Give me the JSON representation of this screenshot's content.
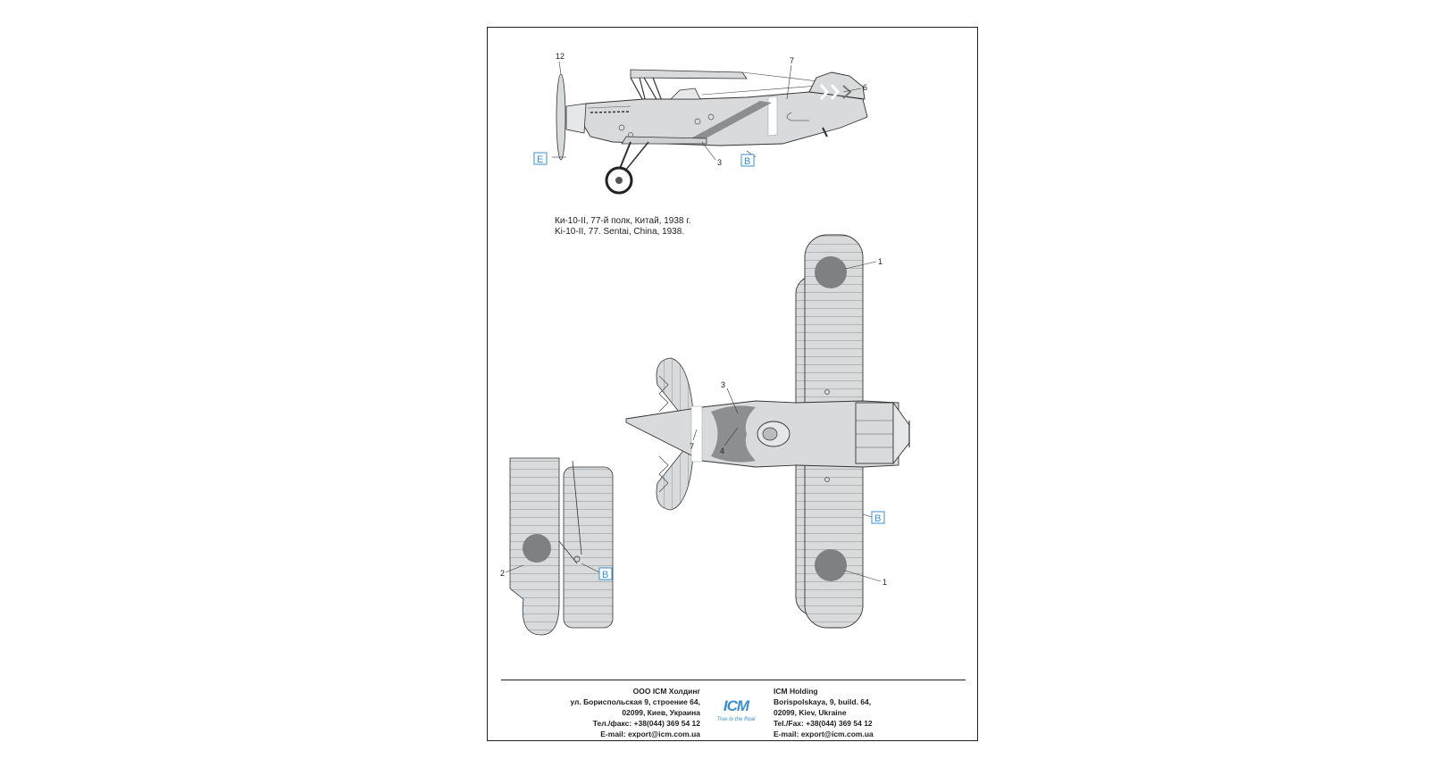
{
  "caption": {
    "ru": "Ки-10-II, 77-й полк, Китай, 1938 г.",
    "en": "Ki-10-II, 77. Sentai, China, 1938."
  },
  "callouts": {
    "c1": "1",
    "c2": "2",
    "c3": "3",
    "c4": "4",
    "c6": "6",
    "c7": "7",
    "c12": "12"
  },
  "color_keys": {
    "b": "B",
    "e": "E"
  },
  "colors": {
    "aircraft_grey": "#d9dadb",
    "stripe_grey": "#8c8e90",
    "roundel": "#7f8082",
    "key_blue": "#3b8fd1"
  },
  "footer": {
    "ru": {
      "line1": "ООО ICM Холдинг",
      "line2": "ул. Бориспольская 9, строение 64,",
      "line3": "02099, Киев, Украина",
      "line4": "Тел./факс: +38(044) 369 54 12",
      "line5": "E-mail: export@icm.com.ua"
    },
    "en": {
      "line1": "ICM Holding",
      "line2": "Borispolskaya, 9, build. 64,",
      "line3": "02099, Kiev, Ukraine",
      "line4": "Tel./Fax: +38(044) 369 54 12",
      "line5": "E-mail: export@icm.com.ua"
    },
    "logo": {
      "text": "ICM",
      "slogan": "True to the Real"
    }
  }
}
